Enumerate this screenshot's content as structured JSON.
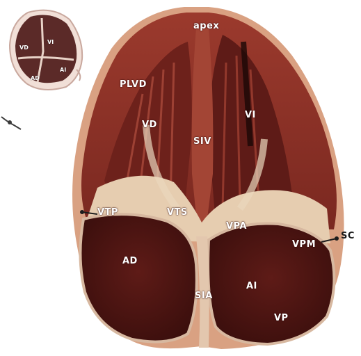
{
  "labels": {
    "apex": "apex",
    "plvd": "PLVD",
    "vd": "VD",
    "vi": "VI",
    "siv": "SIV",
    "vtp": "VTP",
    "vts": "VTS",
    "vpa": "VPA",
    "vpm": "VPM",
    "sc": "SC",
    "ad": "AD",
    "ai": "AI",
    "sia": "SIA",
    "vp": "VP"
  },
  "thumbnail": {
    "vd": "VD",
    "vi": "VI",
    "ad": "AD",
    "ai": "AI"
  },
  "colors": {
    "myocardium": "#8e3228",
    "myocardium_dark": "#5a1a16",
    "epicardium": "#d9a182",
    "valve_tissue": "#e6cdb0",
    "atrium_cavity": "#4f1613",
    "thumbnail_fill": "#5b2a28"
  }
}
